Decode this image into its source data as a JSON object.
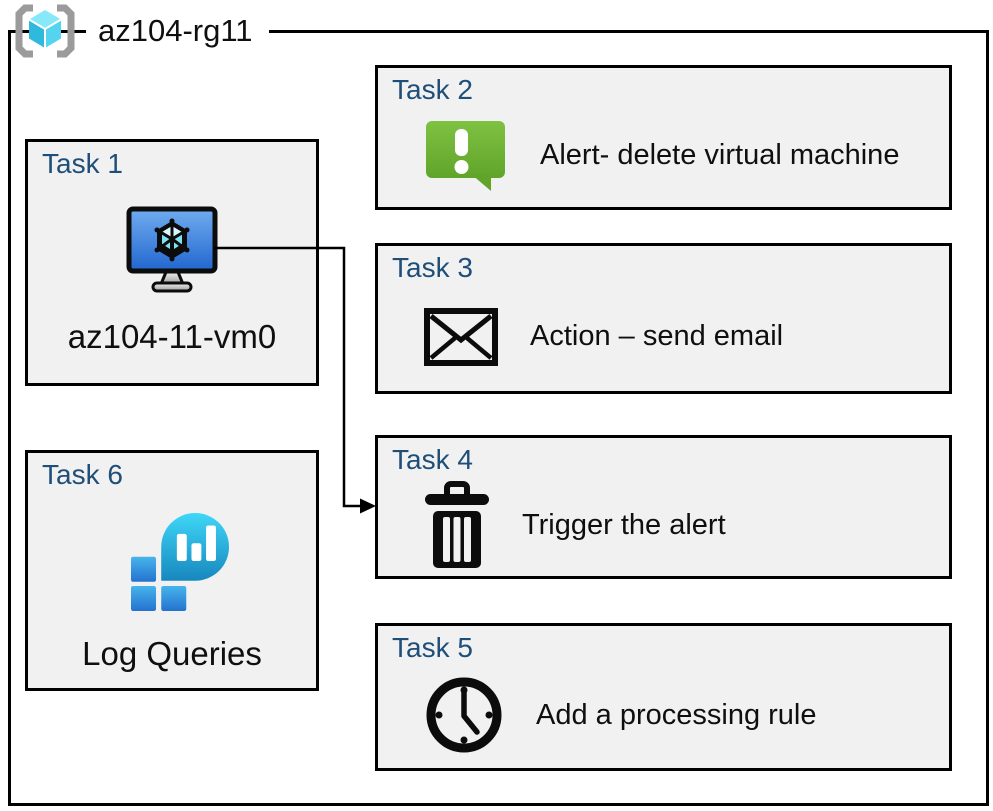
{
  "frame": {
    "label": "az104-rg11",
    "icon": "resource-group-icon"
  },
  "tasks": [
    {
      "title": "Task 1",
      "label": "az104-11-vm0",
      "icon": "virtual-machine-icon"
    },
    {
      "title": "Task 2",
      "label": "Alert- delete virtual machine",
      "icon": "alert-message-icon"
    },
    {
      "title": "Task 3",
      "label": "Action – send email",
      "icon": "email-envelope-icon"
    },
    {
      "title": "Task 4",
      "label": "Trigger the alert",
      "icon": "trash-icon"
    },
    {
      "title": "Task 5",
      "label": "Add a processing rule",
      "icon": "clock-icon"
    },
    {
      "title": "Task 6",
      "label": "Log Queries",
      "icon": "log-analytics-icon"
    }
  ],
  "connector": {
    "from": "Task 1",
    "to": "Task 4"
  },
  "colors": {
    "box_background": "#f1f1f1",
    "border_black": "#000000",
    "title_blue": "#1f4e79",
    "alert_green_top": "#7fc242",
    "alert_green_bottom": "#60a42a",
    "vm_screen_top": "#71acef",
    "vm_screen_bottom": "#2166cf",
    "log_balloon_top": "#3fd7f7",
    "log_balloon_bottom": "#1787be",
    "log_square_top": "#47b4ec",
    "log_square_bottom": "#2472cf",
    "rg_cube_cyan": "#55d4ef",
    "bracket_gray": "#9b9b9b"
  }
}
